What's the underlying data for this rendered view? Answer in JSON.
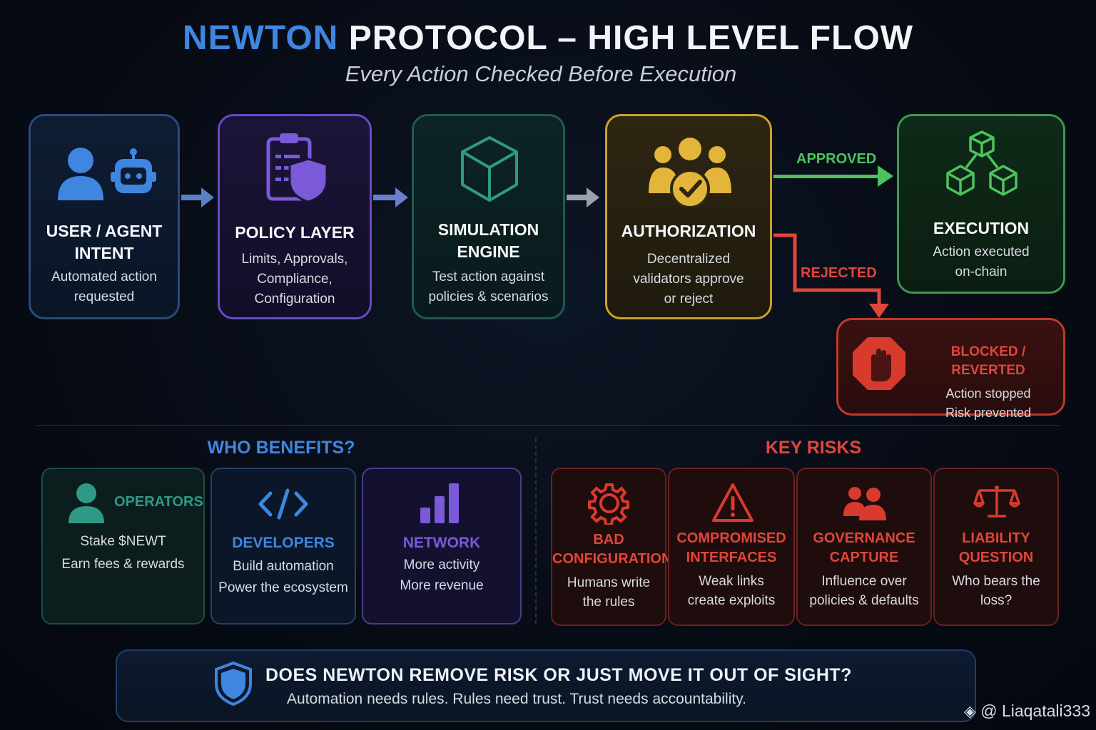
{
  "header": {
    "title_accent": "NEWTON",
    "title_rest": "PROTOCOL – HIGH LEVEL FLOW",
    "subtitle": "Every Action Checked Before Execution"
  },
  "flow": {
    "user": {
      "title_line1": "USER / AGENT",
      "title_line2": "INTENT",
      "desc_line1": "Automated action",
      "desc_line2": "requested",
      "icons": [
        "user-icon",
        "robot-icon"
      ]
    },
    "policy": {
      "title": "POLICY LAYER",
      "desc_line1": "Limits, Approvals,",
      "desc_line2": "Compliance,",
      "desc_line3": "Configuration",
      "icon": "clipboard-shield-icon"
    },
    "simulation": {
      "title_line1": "SIMULATION",
      "title_line2": "ENGINE",
      "desc_line1": "Test action against",
      "desc_line2": "policies & scenarios",
      "icon": "cube-icon"
    },
    "authorization": {
      "title": "AUTHORIZATION",
      "desc_line1": "Decentralized",
      "desc_line2": "validators approve",
      "desc_line3": "or reject",
      "icon": "validators-check-icon"
    },
    "execution": {
      "title": "EXECUTION",
      "desc_line1": "Action executed",
      "desc_line2": "on-chain",
      "icon": "blocks-icon"
    },
    "blocked": {
      "title": "BLOCKED / REVERTED",
      "desc_line1": "Action stopped",
      "desc_line2": "Risk prevented",
      "icon": "stop-hand-icon"
    },
    "approved_label": "APPROVED",
    "rejected_label": "REJECTED"
  },
  "benefits": {
    "title": "WHO BENEFITS?",
    "operators": {
      "title": "OPERATORS",
      "line1": "Stake $NEWT",
      "line2": "Earn fees & rewards",
      "icon": "person-icon"
    },
    "developers": {
      "title": "DEVELOPERS",
      "line1": "Build automation",
      "line2": "Power the ecosystem",
      "icon": "code-icon"
    },
    "network": {
      "title": "NETWORK",
      "line1": "More activity",
      "line2": "More revenue",
      "icon": "bar-chart-icon"
    }
  },
  "risks": {
    "title": "KEY RISKS",
    "items": [
      {
        "title_line1": "BAD",
        "title_line2": "CONFIGURATION",
        "line1": "Humans write",
        "line2": "the rules",
        "icon": "gear-icon"
      },
      {
        "title_line1": "COMPROMISED",
        "title_line2": "INTERFACES",
        "line1": "Weak links",
        "line2": "create exploits",
        "icon": "warning-icon"
      },
      {
        "title_line1": "GOVERNANCE",
        "title_line2": "CAPTURE",
        "line1": "Influence over",
        "line2": "policies & defaults",
        "icon": "group-icon"
      },
      {
        "title_line1": "LIABILITY",
        "title_line2": "QUESTION",
        "line1": "Who bears the",
        "line2": "loss?",
        "icon": "scales-icon"
      }
    ]
  },
  "banner": {
    "question": "DOES NEWTON REMOVE RISK OR JUST MOVE IT OUT OF SIGHT?",
    "answer": "Automation needs rules. Rules need trust. Trust needs accountability.",
    "icon": "shield-icon"
  },
  "watermark": "@ Liaqatali333",
  "colors": {
    "blue": "#3f86e0",
    "purple": "#7a5ad8",
    "teal": "#2e9a86",
    "gold": "#e3b53a",
    "green": "#4cc35e",
    "red": "#e0463a"
  }
}
